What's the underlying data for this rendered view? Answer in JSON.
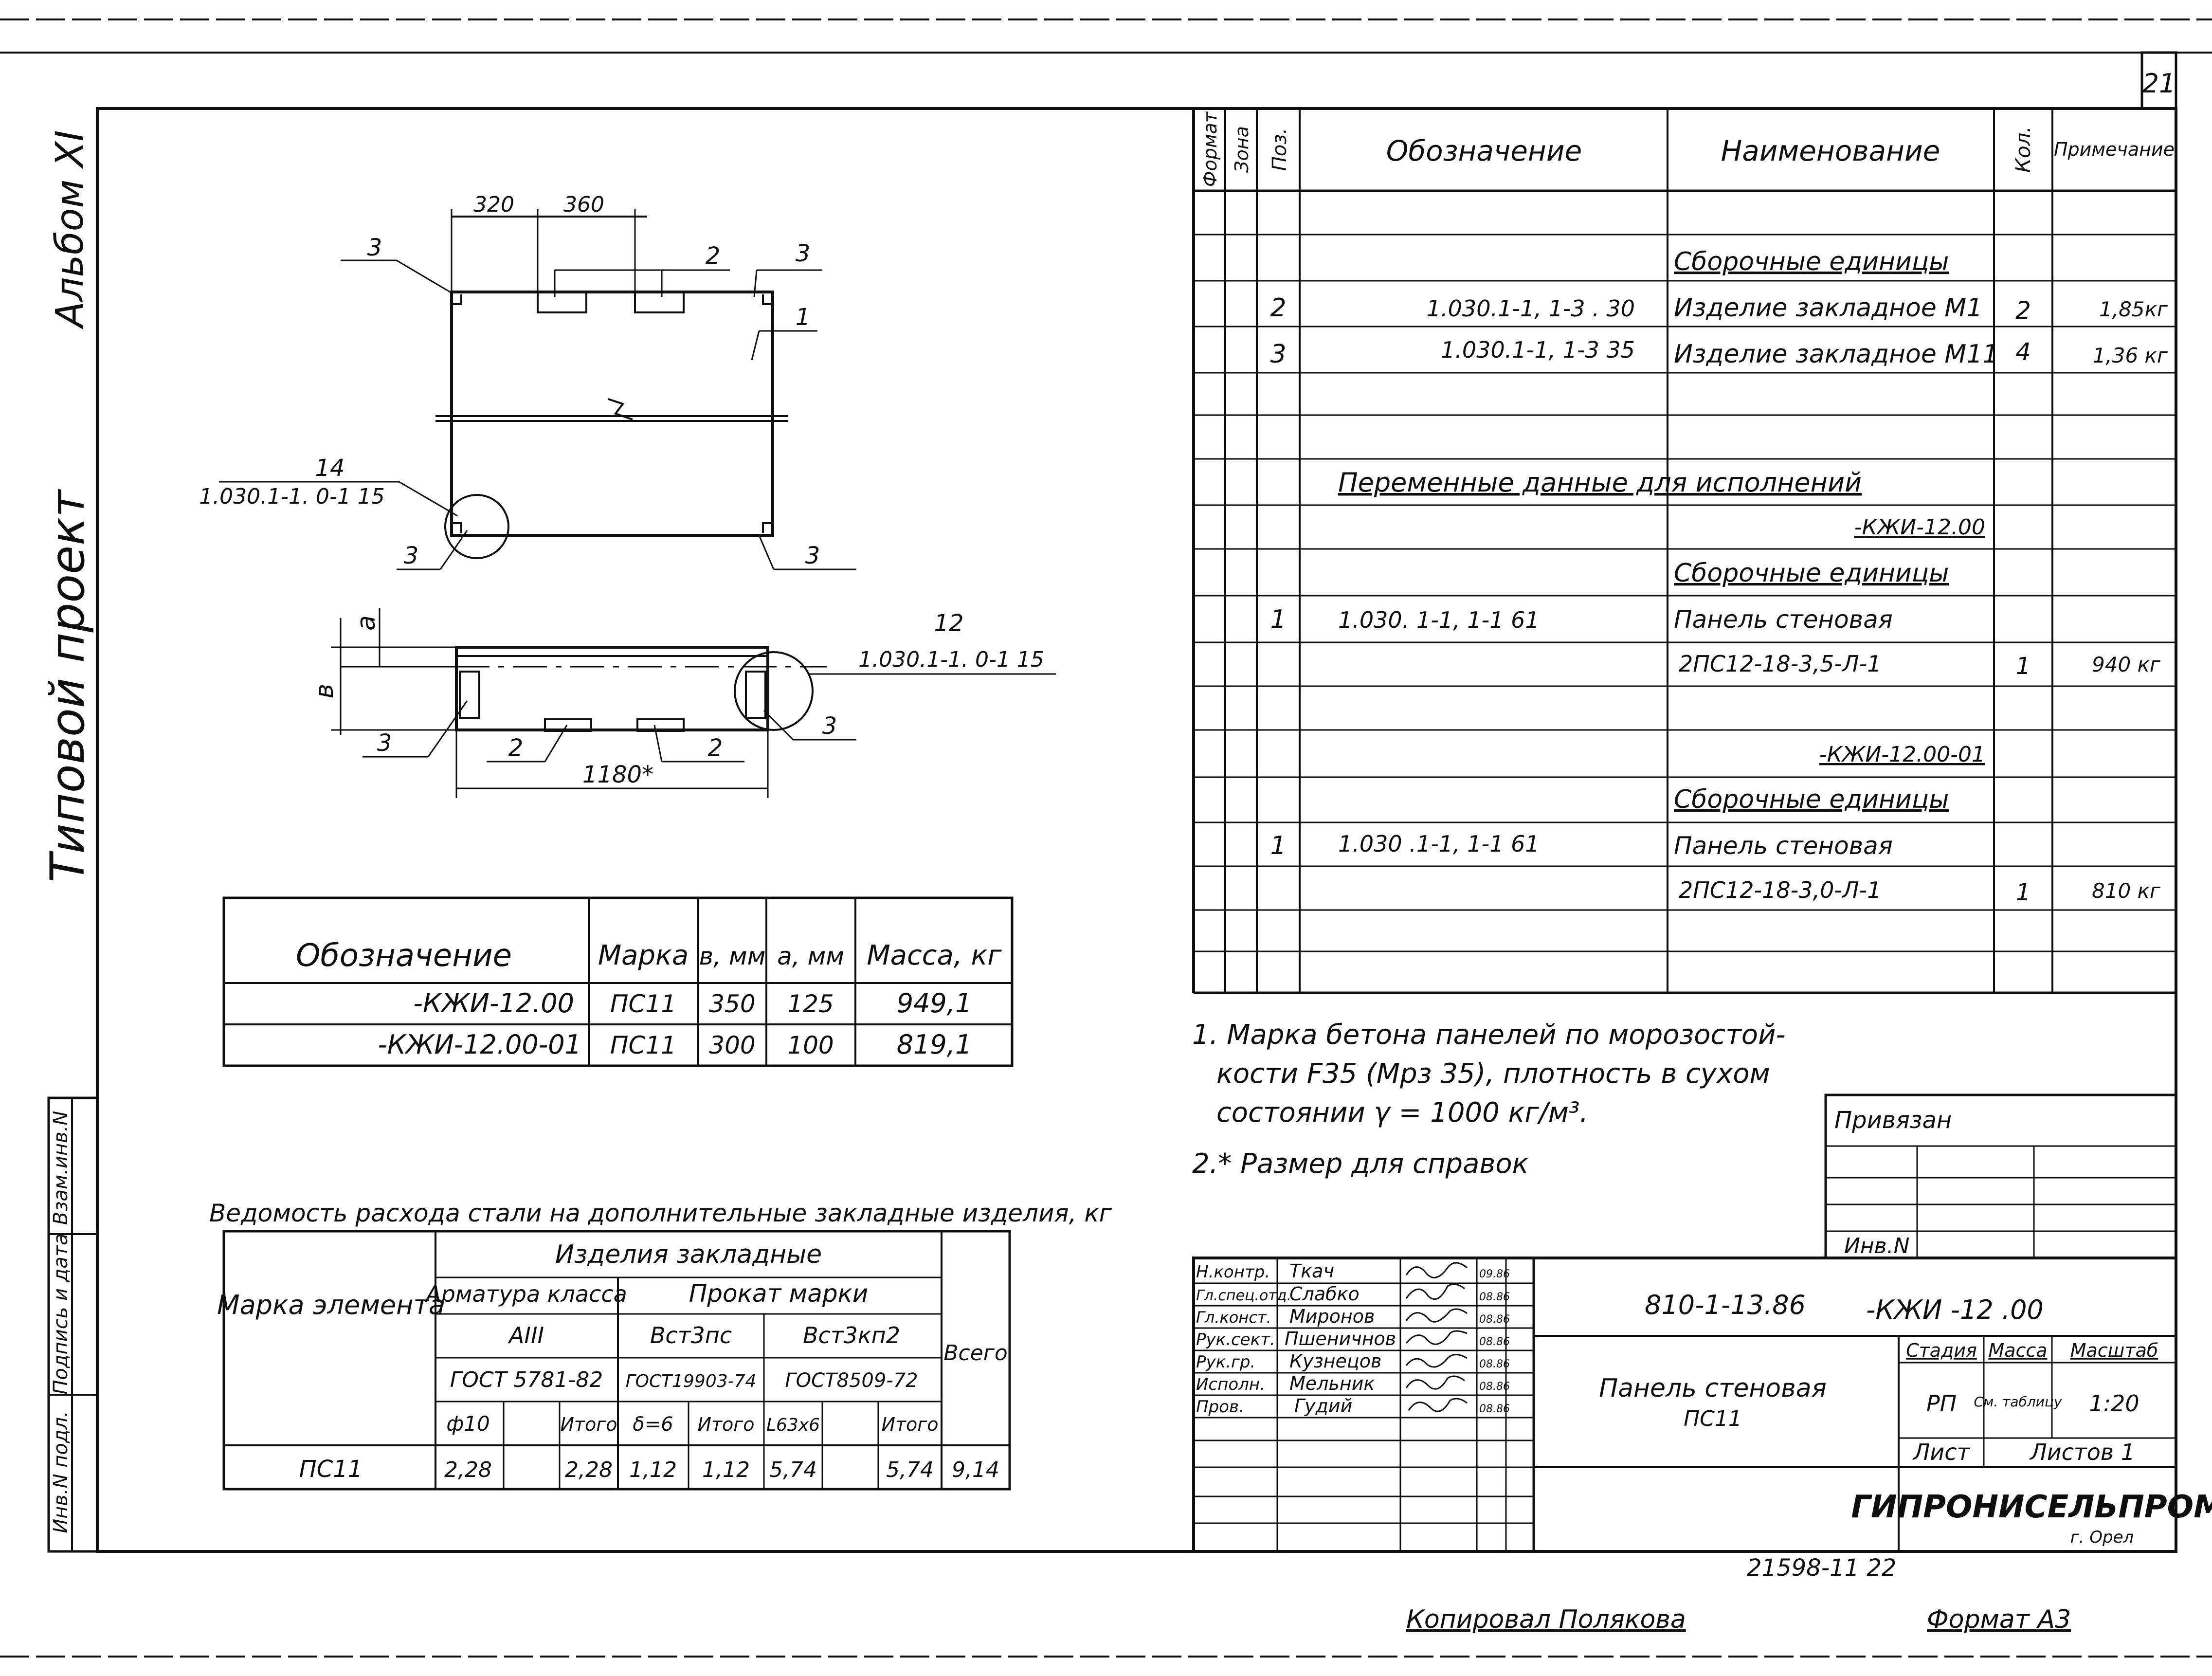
{
  "sheet": {
    "number": "21",
    "album": "Альбом XI",
    "project_type": "Типовой проект",
    "side_stamp": [
      "Взам.инв.N",
      "Подпись и дата",
      "Инв.N подл."
    ]
  },
  "drawing": {
    "top": {
      "dim_320": "320",
      "dim_360": "360",
      "pos_3a": "3",
      "pos_2": "2",
      "pos_3b": "3",
      "pos_1": "1",
      "callout_14": "14",
      "callout_ref": "1.030.1-1. 0-1 15",
      "pos_3c": "3",
      "pos_3d": "3"
    },
    "bottom": {
      "dim_a": "а",
      "dim_b": "в",
      "callout_12": "12",
      "callout_ref": "1.030.1-1. 0-1 15",
      "pos_3a": "3",
      "pos_2a": "2",
      "pos_2b": "2",
      "pos_3b": "3",
      "dim_len": "1180*"
    }
  },
  "mark_table": {
    "headers": [
      "Обозначение",
      "Марка",
      "в, мм",
      "а, мм",
      "Масса, кг"
    ],
    "rows": [
      [
        "-КЖИ-12.00",
        "ПС11",
        "350",
        "125",
        "949,1"
      ],
      [
        "-КЖИ-12.00-01",
        "ПС11",
        "300",
        "100",
        "819,1"
      ]
    ]
  },
  "steel_table": {
    "title": "Ведомость расхода стали на дополнительные закладные изделия, кг",
    "h_element": "Марка элемента",
    "h_items": "Изделия закладные",
    "h_rebar": "Арматура класса",
    "h_rolled": "Прокат марки",
    "h_total": "Всего",
    "h_a3": "АIII",
    "h_vst3ps": "Вст3пс",
    "h_vst3kp2": "Вст3кп2",
    "h_gost5781": "ГОСТ 5781-82",
    "h_gost19903": "ГОСТ19903-74",
    "h_gost8509": "ГОСТ8509-72",
    "h_f10": "ф10",
    "h_itogo1": "Итого",
    "h_d6": "δ=6",
    "h_itogo2": "Итого",
    "h_l63": "L63х6",
    "h_itogo3": "Итого",
    "row": [
      "ПС11",
      "2,28",
      "2,28",
      "1,12",
      "1,12",
      "5,74",
      "5,74",
      "9,14"
    ]
  },
  "spec": {
    "headers": {
      "format": "Формат",
      "zone": "Зона",
      "pos": "Поз.",
      "designation": "Обозначение",
      "name": "Наименование",
      "qty": "Кол.",
      "note": "Примечание"
    },
    "assembly_1": "Сборочные единицы",
    "item_m1": {
      "pos": "2",
      "designation": "1.030.1-1, 1-3 . 30",
      "name": "Изделие закладное М1",
      "qty": "2",
      "note": "1,85кг"
    },
    "item_m11": {
      "pos": "3",
      "designation": "1.030.1-1, 1-3 35",
      "name": "Изделие закладное М11",
      "qty": "4",
      "note": "1,36 кг"
    },
    "variable_data": "Переменные данные для исполнений",
    "variant_1": "-КЖИ-12.00",
    "assembly_2": "Сборочные единицы",
    "panel_1": {
      "pos": "1",
      "designation": "1.030. 1-1, 1-1 61",
      "name": "Панель стеновая",
      "mark": "2ПС12-18-3,5-Л-1",
      "qty": "1",
      "note": "940 кг"
    },
    "variant_2": "-КЖИ-12.00-01",
    "assembly_3": "Сборочные единицы",
    "panel_2": {
      "pos": "1",
      "designation": "1.030 .1-1, 1-1 61",
      "name": "Панель стеновая",
      "mark": "2ПС12-18-3,0-Л-1",
      "qty": "1",
      "note": "810 кг"
    }
  },
  "notes": {
    "line1": "1. Марка бетона панелей по морозостой-",
    "line2": "кости F35 (Мрз 35), плотность в сухом",
    "line3": "состоянии γ = 1000 кг/м³.",
    "line4": "2.* Размер для справок"
  },
  "stamp": {
    "privyazan": "Привязан",
    "inv": "Инв.N",
    "code": "810-1-13.86",
    "code_suffix": "-КЖИ -12 .00",
    "title1": "Панель стеновая",
    "title2": "ПС11",
    "stage_h": "Стадия",
    "mass_h": "Масса",
    "scale_h": "Масштаб",
    "stage": "РП",
    "mass": "См. таблицу",
    "scale": "1:20",
    "sheet_h": "Лист",
    "sheets_h": "Листов 1",
    "org": "ГИПРОНИСЕЛЬПРОМ",
    "city": "г. Орел",
    "people": [
      {
        "role": "Н.контр.",
        "name": "Ткач",
        "date": "09.86"
      },
      {
        "role": "Гл.спец.отд.",
        "name": "Слабко",
        "date": "08.86"
      },
      {
        "role": "Гл.конст.",
        "name": "Миронов",
        "date": "08.86"
      },
      {
        "role": "Рук.сект.",
        "name": "Пшеничнов",
        "date": "08.86"
      },
      {
        "role": "Рук.гр.",
        "name": "Кузнецов",
        "date": "08.86"
      },
      {
        "role": "Исполн.",
        "name": "Мельник",
        "date": "08.86"
      },
      {
        "role": "Пров.",
        "name": "Гудий",
        "date": "08.86"
      }
    ]
  },
  "footer": {
    "archive": "21598-11 22",
    "copied": "Копировал Полякова",
    "format": "Формат А3"
  }
}
